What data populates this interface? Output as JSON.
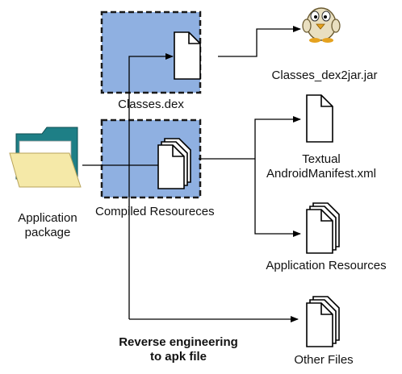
{
  "labels": {
    "application_package_line1": "Application",
    "application_package_line2": "package",
    "classes_dex": "Classes.dex",
    "compiled_resources": "Compiled Resoureces",
    "classes_jar": "Classes_dex2jar.jar",
    "manifest_line1": "Textual",
    "manifest_line2": "AndroidManifest.xml",
    "application_resources": "Application Resources",
    "other_files": "Other Files",
    "caption_line1": "Reverse engineering",
    "caption_line2": "to apk file"
  },
  "icons": {
    "package": "folder-icon",
    "dex": "document-icon",
    "resources": "document-stack-icon",
    "jar": "mascot-icon",
    "manifest": "document-icon",
    "app_resources": "document-stack-icon",
    "other_files": "document-stack-icon"
  },
  "colors": {
    "box_fill": "#8FB0E1",
    "folder_back": "#1E7F86",
    "folder_front": "#F5E9A8",
    "arrow": "#000000"
  }
}
